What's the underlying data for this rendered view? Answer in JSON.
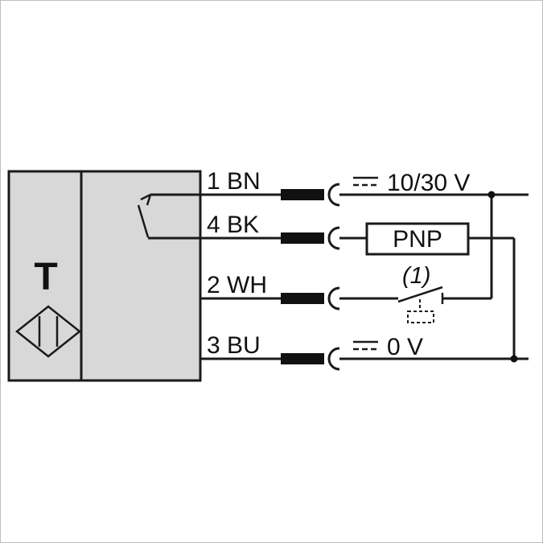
{
  "sensor": {
    "logo_letter": "T"
  },
  "wires": [
    {
      "label": "1 BN"
    },
    {
      "label": "4 BK"
    },
    {
      "label": "2 WH"
    },
    {
      "label": "3 BU"
    }
  ],
  "labels": {
    "supply": "10/30 V",
    "zero_volt": "0 V",
    "output_box": "PNP",
    "footnote": "(1)"
  },
  "icons": {
    "connector_socket": "half-circle-open-right",
    "dc_voltage": "solid-line-over-dashed-line",
    "junction": "filled-dot",
    "internal_switch": "normally-open-contact",
    "logo_diamond": "diamond-outline-with-bars"
  },
  "colors": {
    "line": "#1a1a1a",
    "sensor_fill": "#d8d8d8",
    "background": "#ffffff",
    "page_border": "#bdbdbd"
  }
}
